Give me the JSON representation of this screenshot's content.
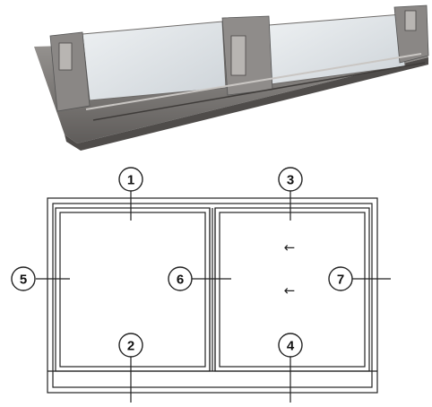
{
  "callouts": [
    {
      "id": "1",
      "label": "1"
    },
    {
      "id": "2",
      "label": "2"
    },
    {
      "id": "3",
      "label": "3"
    },
    {
      "id": "4",
      "label": "4"
    },
    {
      "id": "5",
      "label": "5"
    },
    {
      "id": "6",
      "label": "6"
    },
    {
      "id": "7",
      "label": "7"
    }
  ],
  "sliding_arrows": [
    {
      "id": "upper",
      "glyph": "←"
    },
    {
      "id": "lower",
      "glyph": "←"
    }
  ],
  "colors": {
    "frame_dark": "#6f6c6a",
    "frame_mid": "#8d8a88",
    "frame_light": "#b4b1ae",
    "glass": "#dfe4e8",
    "line": "#222222"
  }
}
